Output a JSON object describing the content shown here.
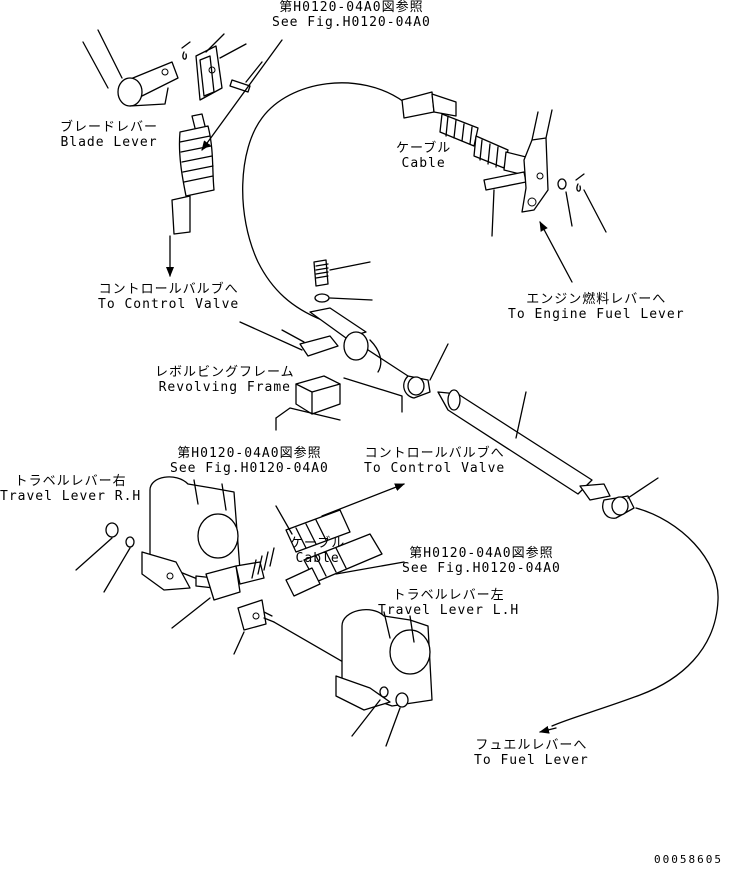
{
  "labels": {
    "see_fig_top": {
      "jp": "第H0120-04A0図参照",
      "en": "See Fig.H0120-04A0"
    },
    "blade_lever": {
      "jp": "ブレードレバー",
      "en": "Blade Lever"
    },
    "cable_top": {
      "jp": "ケーブル",
      "en": "Cable"
    },
    "to_control_valve_1": {
      "jp": "コントロールバルブへ",
      "en": "To Control Valve"
    },
    "to_engine_fuel_lever": {
      "jp": "エンジン燃料レバーへ",
      "en": "To Engine Fuel Lever"
    },
    "revolving_frame": {
      "jp": "レボルビングフレーム",
      "en": "Revolving Frame"
    },
    "see_fig_mid": {
      "jp": "第H0120-04A0図参照",
      "en": "See Fig.H0120-04A0"
    },
    "to_control_valve_2": {
      "jp": "コントロールバルブへ",
      "en": "To Control Valve"
    },
    "travel_lever_rh": {
      "jp": "トラベルレバー右",
      "en": "Travel Lever R.H"
    },
    "cable_mid": {
      "jp": "ケーブル",
      "en": "Cable"
    },
    "see_fig_low": {
      "jp": "第H0120-04A0図参照",
      "en": "See Fig.H0120-04A0"
    },
    "travel_lever_lh": {
      "jp": "トラベルレバー左",
      "en": "Travel Lever L.H"
    },
    "to_fuel_lever": {
      "jp": "フュエルレバーへ",
      "en": "To Fuel Lever"
    }
  },
  "drawing_number": "00058605"
}
